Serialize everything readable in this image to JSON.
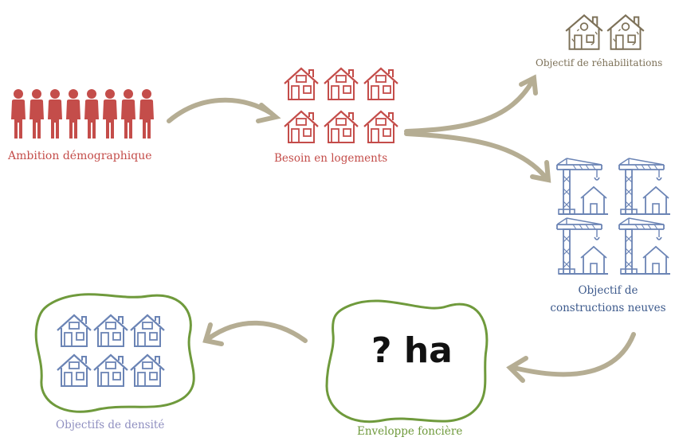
{
  "labels": {
    "ambition": "Ambition démographique",
    "besoin": "Besoin en logements",
    "rehabilitations": "Objectif de réhabilitations",
    "constructions": "Objectif de constructions neuves",
    "question": "? ha",
    "enveloppe": "Enveloppe foncière",
    "densite": "Objectifs de densité"
  },
  "icons": {
    "people": "person-icon",
    "houses_red": "house-icon",
    "houses_rehab": "old-house-icon",
    "construction": "crane-house-icon",
    "houses_blue": "house-icon"
  },
  "colors": {
    "red": "#c44d4a",
    "brown": "#7d7158",
    "blue": "#3d5a8c",
    "house_blue": "#6b84b5",
    "green": "#6f9a3c",
    "lavender": "#8f8fc0",
    "arrow": "#b5ad93",
    "black": "#111111"
  }
}
